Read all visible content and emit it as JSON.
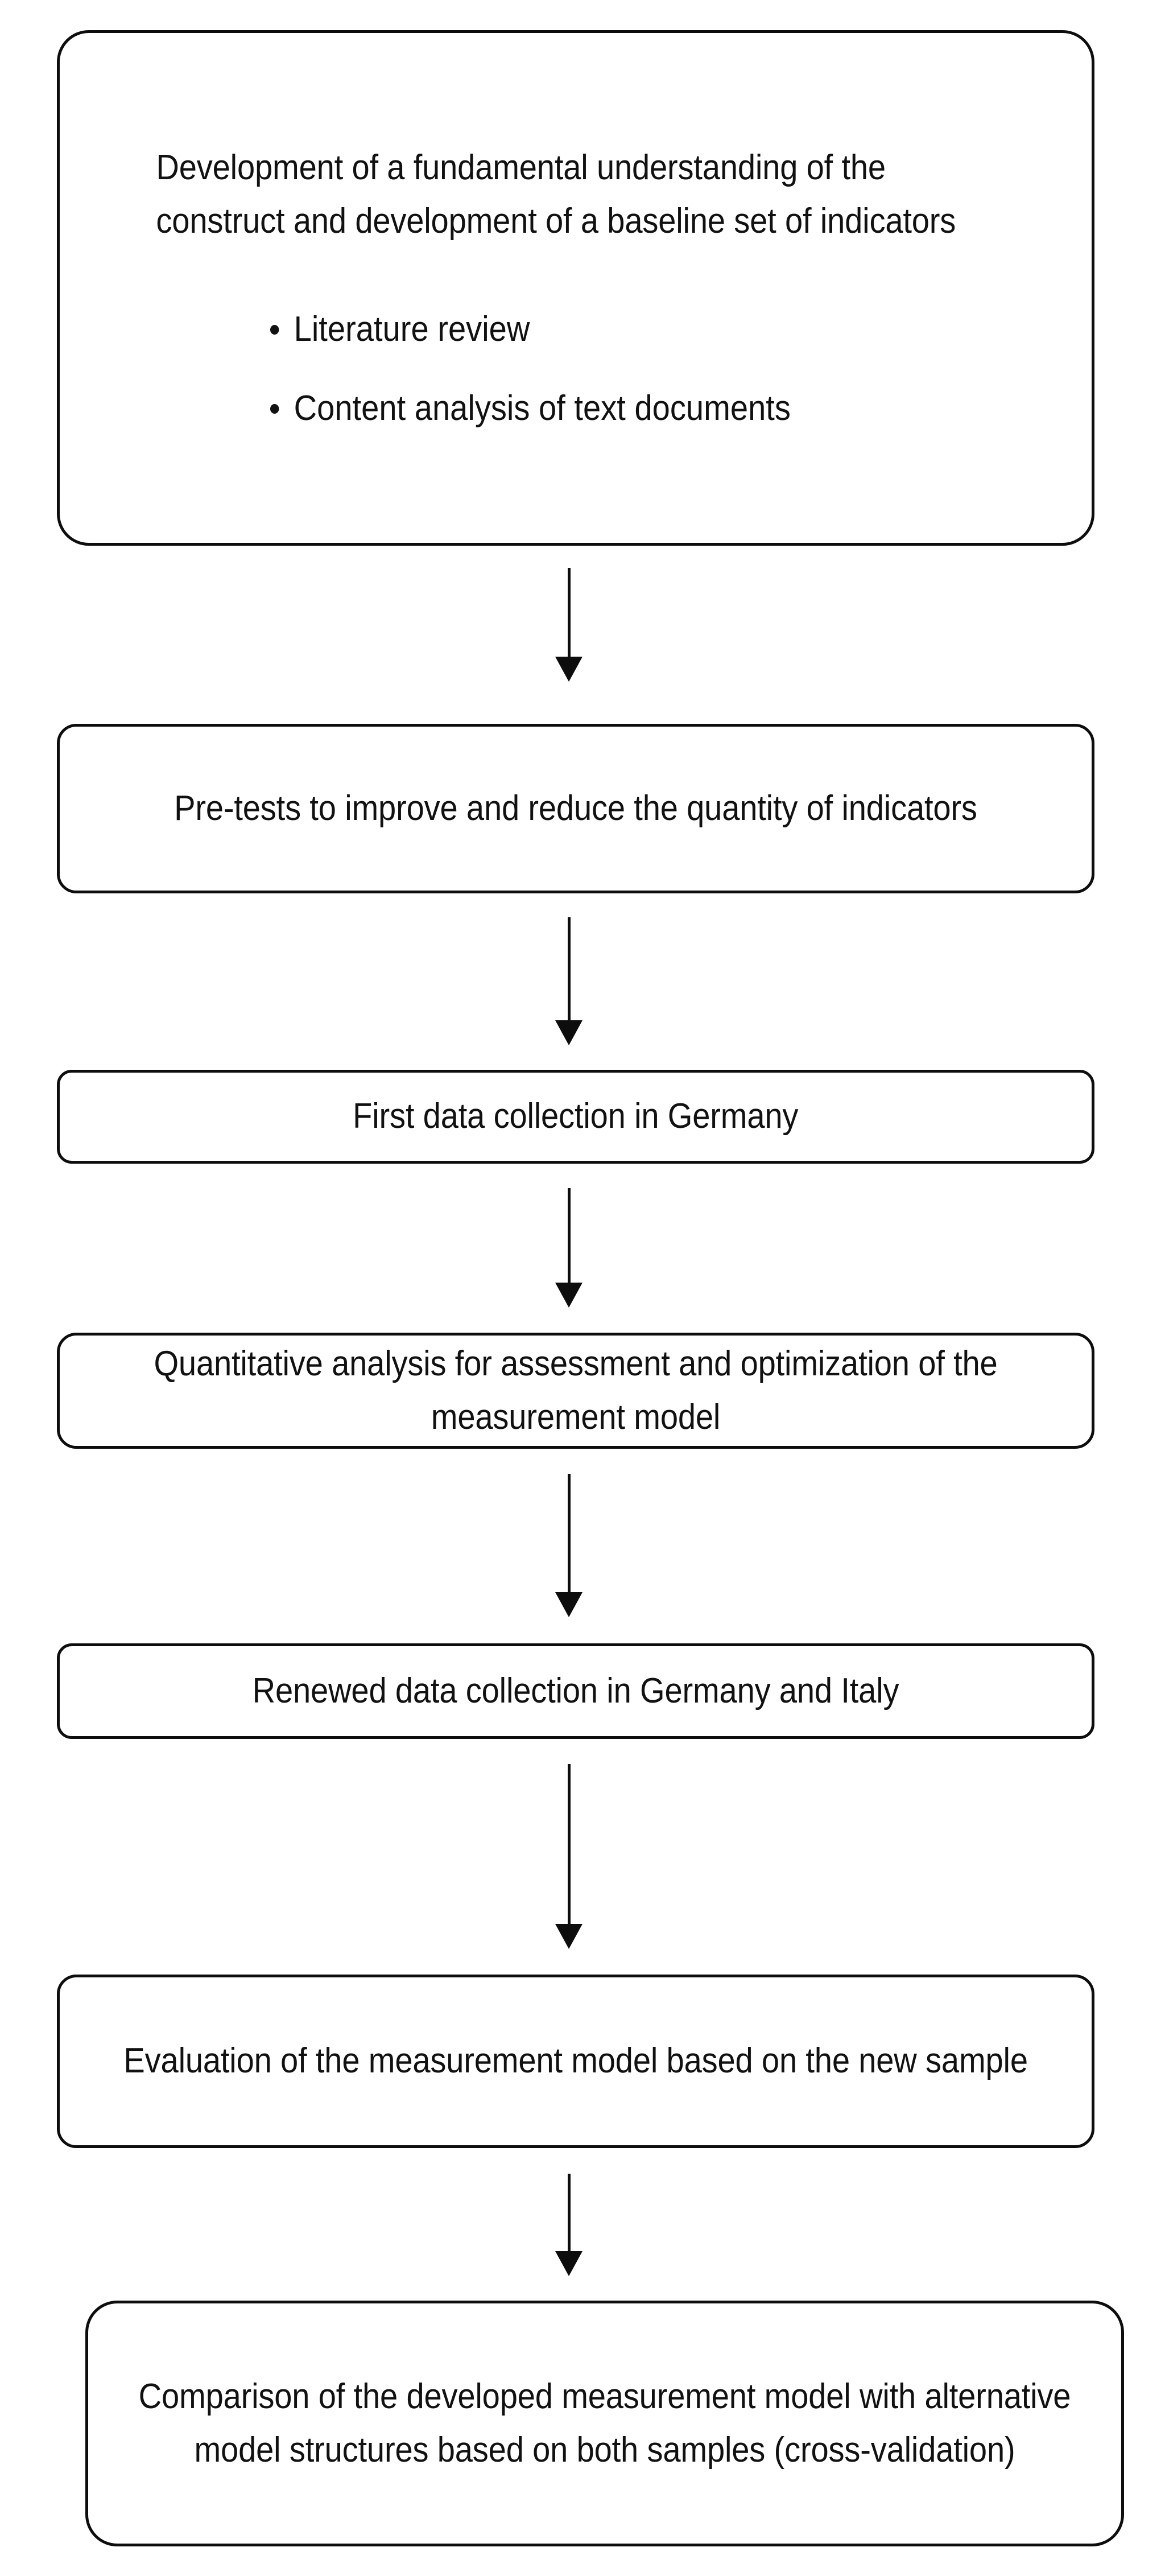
{
  "diagram": {
    "title": "Research process flowchart for measurement model development",
    "orientation": "vertical",
    "colors": {
      "stroke": "#0d0d0d",
      "fill": "#ffffff",
      "text": "#111111"
    },
    "nodes": [
      {
        "id": "node-1",
        "shape": "rounded-rectangle",
        "heading": "Development of a fundamental understanding of the construct and development of a baseline set of indicators",
        "bullets": [
          "Literature review",
          "Content analysis of text documents"
        ]
      },
      {
        "id": "node-2",
        "shape": "rounded-rectangle",
        "heading": "Pre-tests to improve and reduce the quantity of indicators",
        "bullets": []
      },
      {
        "id": "node-3",
        "shape": "rounded-rectangle",
        "heading": "First data collection in Germany",
        "bullets": []
      },
      {
        "id": "node-4",
        "shape": "rounded-rectangle",
        "heading": "Quantitative analysis for assessment and optimization of the measurement model",
        "bullets": []
      },
      {
        "id": "node-5",
        "shape": "rounded-rectangle",
        "heading": "Renewed data collection in Germany and Italy",
        "bullets": []
      },
      {
        "id": "node-6",
        "shape": "rounded-rectangle",
        "heading": "Evaluation of the measurement model based on the new sample",
        "bullets": []
      },
      {
        "id": "node-7",
        "shape": "rounded-rectangle",
        "heading": "Comparison of the developed measurement model with alternative model structures based on both samples (cross-validation)",
        "bullets": []
      }
    ],
    "connectors": [
      {
        "id": "arrow-1",
        "from": "node-1",
        "to": "node-2",
        "style": "solid-arrow-down"
      },
      {
        "id": "arrow-2",
        "from": "node-2",
        "to": "node-3",
        "style": "solid-arrow-down"
      },
      {
        "id": "arrow-3",
        "from": "node-3",
        "to": "node-4",
        "style": "solid-arrow-down"
      },
      {
        "id": "arrow-4",
        "from": "node-4",
        "to": "node-5",
        "style": "solid-arrow-down"
      },
      {
        "id": "arrow-5",
        "from": "node-5",
        "to": "node-6",
        "style": "solid-arrow-down"
      },
      {
        "id": "arrow-6",
        "from": "node-6",
        "to": "node-7",
        "style": "solid-arrow-down"
      }
    ]
  }
}
